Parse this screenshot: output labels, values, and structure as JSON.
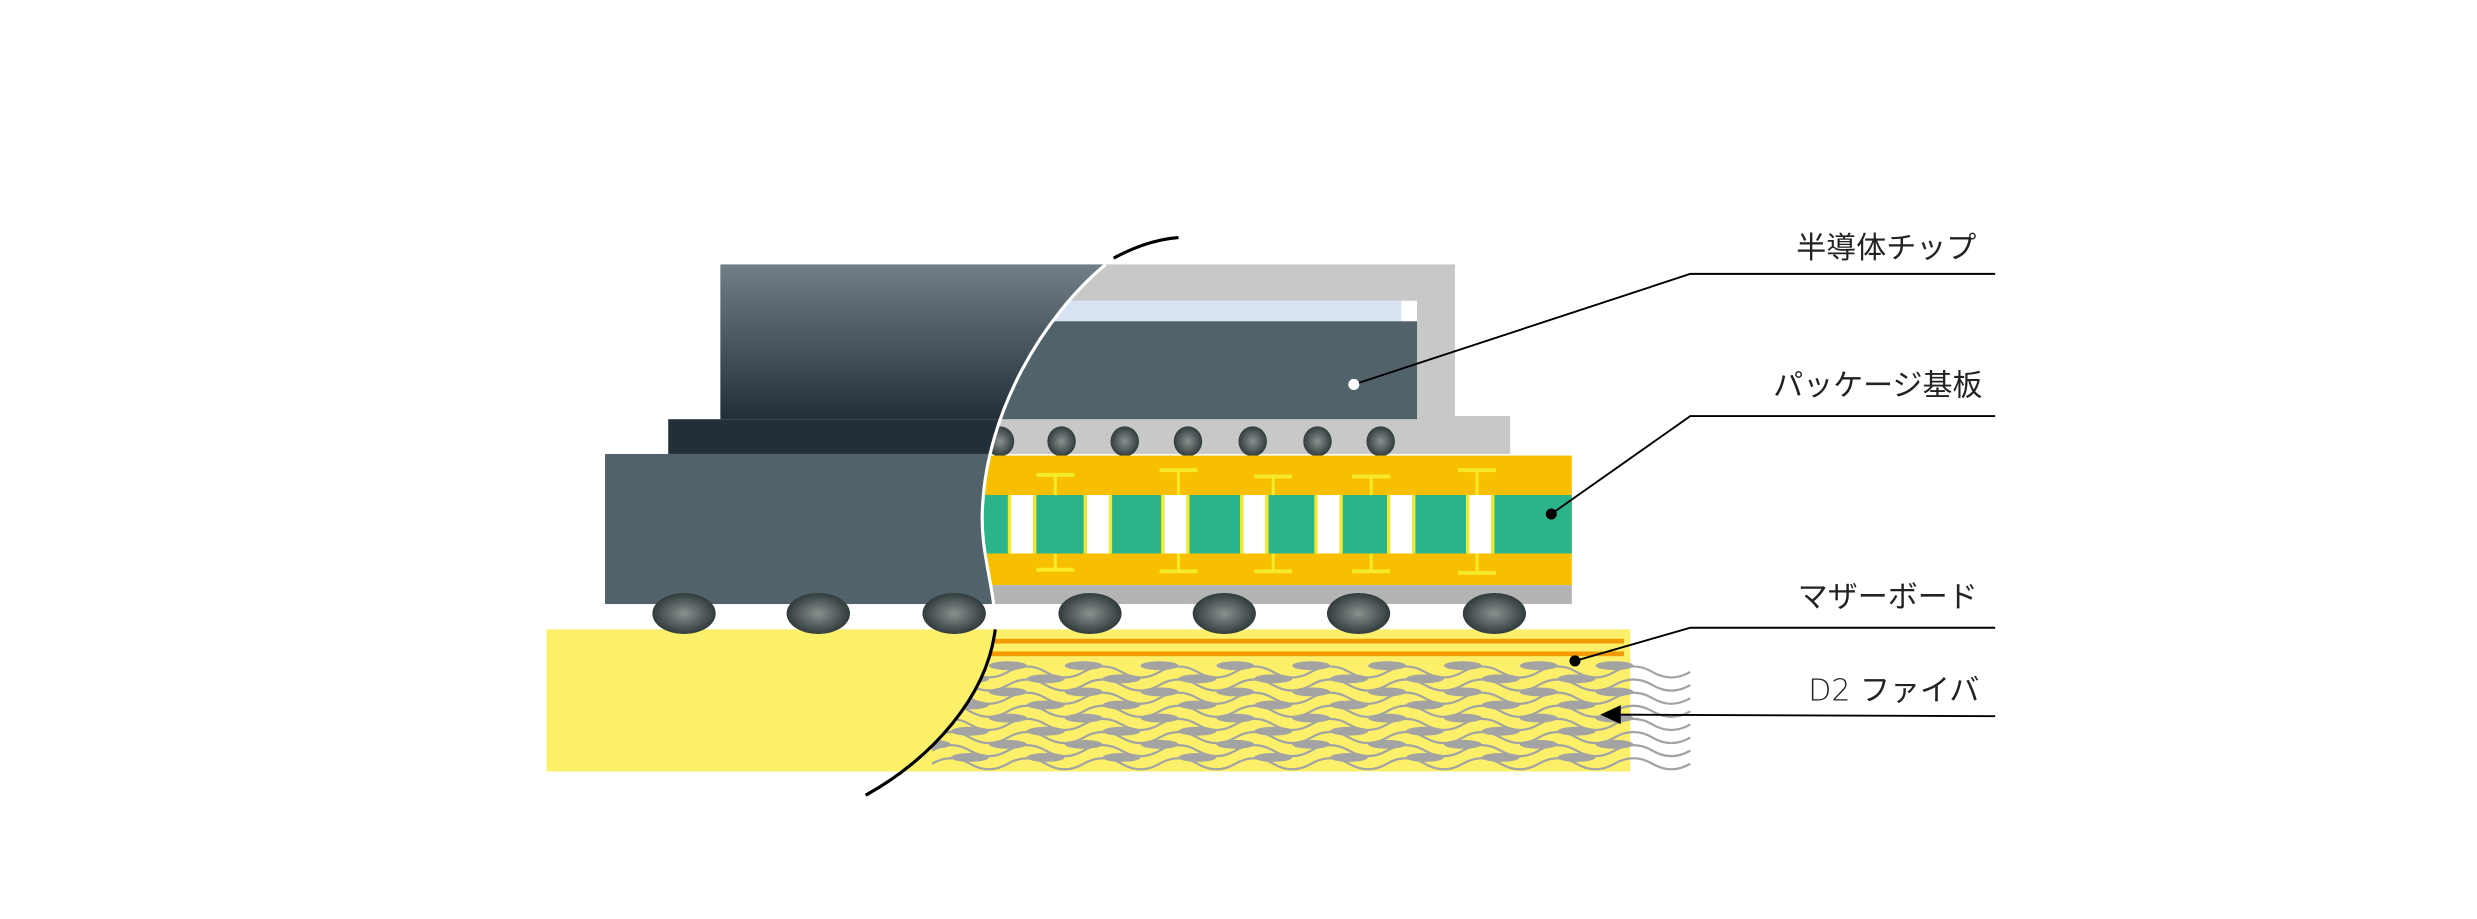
{
  "labels": {
    "chip": "半導体チップ",
    "package_substrate": "パッケージ基板",
    "motherboard": "マザーボード",
    "fiber": "D2 ファイバ"
  },
  "colors": {
    "chip_dark": "#52626b",
    "chip_grad_top": "#737f87",
    "chip_grad_bottom": "#222e38",
    "lid": "#c8c8c8",
    "thermal_layer": "#d7e3f3",
    "substrate_orange": "#f7bf00",
    "substrate_core_green": "#2bb48a",
    "via_yellow": "#f4ea27",
    "motherboard_yellow": "#fcf06a",
    "copper_orange": "#f29a00",
    "fiber_grey": "#a3a3a3"
  }
}
